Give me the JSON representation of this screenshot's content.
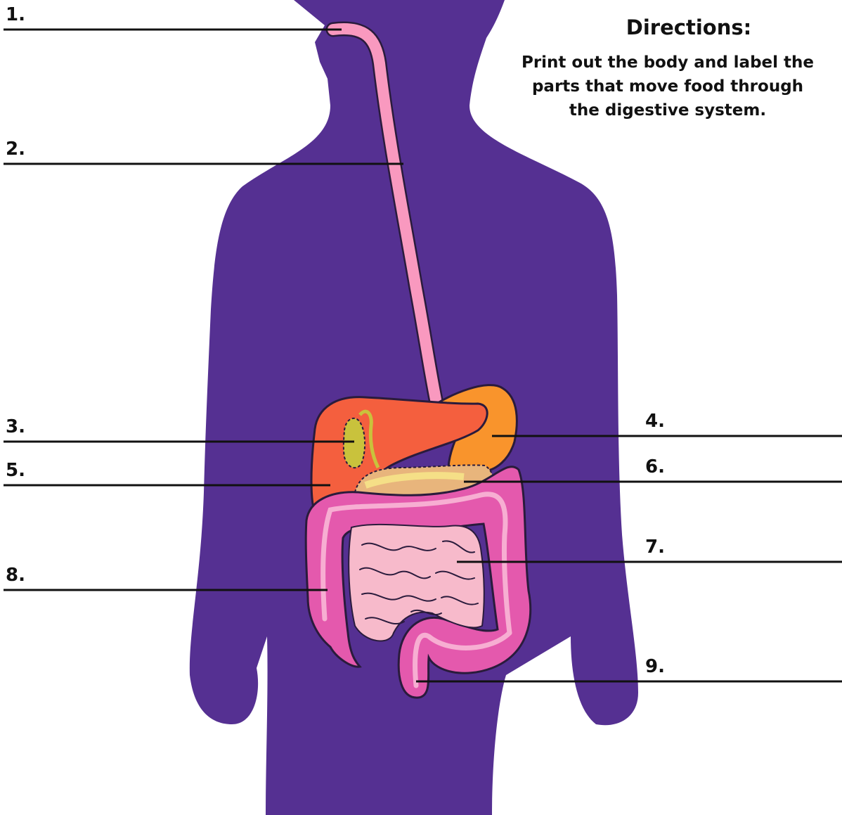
{
  "directions": {
    "title": "Directions:",
    "line1": "Print out the body and label the",
    "line2": "parts that move food through",
    "line3": "the digestive system."
  },
  "labels": [
    {
      "id": "1",
      "text": "1."
    },
    {
      "id": "2",
      "text": "2."
    },
    {
      "id": "3",
      "text": "3."
    },
    {
      "id": "4",
      "text": "4."
    },
    {
      "id": "5",
      "text": "5."
    },
    {
      "id": "6",
      "text": "6."
    },
    {
      "id": "7",
      "text": "7."
    },
    {
      "id": "8",
      "text": "8."
    },
    {
      "id": "9",
      "text": "9."
    }
  ],
  "colors": {
    "body": "#553092",
    "esophagus": "#F999BF",
    "liver": "#F45F3E",
    "stomach": "#F9942C",
    "gallbladder": "#C9C23C",
    "pancreas": "#E8B57C",
    "small_intestine": "#F7BACB",
    "large_intestine": "#E459AD",
    "leader_line": "#111111"
  }
}
